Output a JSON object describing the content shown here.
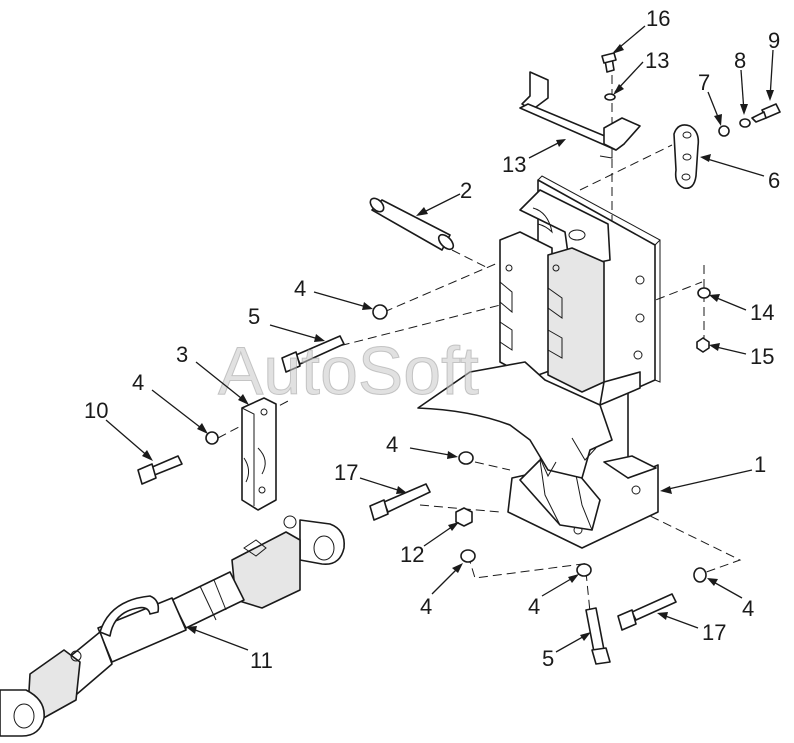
{
  "diagram": {
    "watermark": "AutoSoft",
    "callouts": [
      {
        "id": "c16",
        "text": "16"
      },
      {
        "id": "c13a",
        "text": "13"
      },
      {
        "id": "c13b",
        "text": "13"
      },
      {
        "id": "c9",
        "text": "9"
      },
      {
        "id": "c8",
        "text": "8"
      },
      {
        "id": "c7",
        "text": "7"
      },
      {
        "id": "c6",
        "text": "6"
      },
      {
        "id": "c2",
        "text": "2"
      },
      {
        "id": "c4a",
        "text": "4"
      },
      {
        "id": "c5a",
        "text": "5"
      },
      {
        "id": "c3",
        "text": "3"
      },
      {
        "id": "c4b",
        "text": "4"
      },
      {
        "id": "c10",
        "text": "10"
      },
      {
        "id": "c14",
        "text": "14"
      },
      {
        "id": "c15",
        "text": "15"
      },
      {
        "id": "c4c",
        "text": "4"
      },
      {
        "id": "c17a",
        "text": "17"
      },
      {
        "id": "c1",
        "text": "1"
      },
      {
        "id": "c12",
        "text": "12"
      },
      {
        "id": "c4d",
        "text": "4"
      },
      {
        "id": "c4e",
        "text": "4"
      },
      {
        "id": "c4f",
        "text": "4"
      },
      {
        "id": "c5b",
        "text": "5"
      },
      {
        "id": "c17b",
        "text": "17"
      },
      {
        "id": "c11",
        "text": "11"
      }
    ]
  }
}
